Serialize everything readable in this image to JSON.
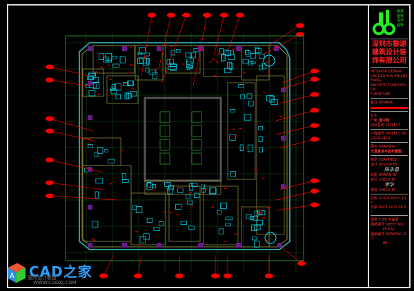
{
  "title_block": {
    "logo_chars": "黎源建筑设计装饰",
    "company": "深圳市黎源建筑设计装饰有限公司",
    "notes": [
      "INTERIOR DESIGN",
      "DECORATION ENGINEERING",
      "ARCHITECTURE DESIGN",
      "FURNITURE"
    ],
    "remark_label": "备注 REMARK",
    "client_label": "业主",
    "project_label": "项目名称 PROJECT",
    "project_name": "广州_图书馆",
    "drawing_no_label": "工程编号 PROJECT NO.",
    "drawing_no": "GZ09-0410",
    "drawing_label": "图名 DRAWING",
    "drawing_name": "大堂家具平面布置图",
    "examined_label": "审定 EXAMINED",
    "design_label": "设计 DESIGN BY",
    "drawn_label": "绘图 DRAWN BY",
    "check_label": "校对 CHECK BY",
    "audit_label": "审核 CHECK BY",
    "scale_label": "比例 SCALE",
    "scale": "A3=1:100",
    "date_label": "日期 DATE",
    "date": "2013.08.21",
    "type_label": "图类 TYPE",
    "type_value": "平面图",
    "sheet_label": "图纸编号 SHEET NO.",
    "sheet_no": "FF-P30",
    "sheet2_label": "图纸编号 DRAWING NO.",
    "sheet2_no": "08",
    "signature1": "陈永昌",
    "signature2": "李华"
  },
  "watermark": {
    "brand": "CAD之家",
    "url": "WWW.CADZJ.COM",
    "sub": "室内设计联盟"
  },
  "colors": {
    "background": "#000000",
    "furniture": "#00e5ff",
    "walls": "#8a8a3a",
    "leaders": "#ff0000",
    "columns": "#6a1a8a"
  }
}
